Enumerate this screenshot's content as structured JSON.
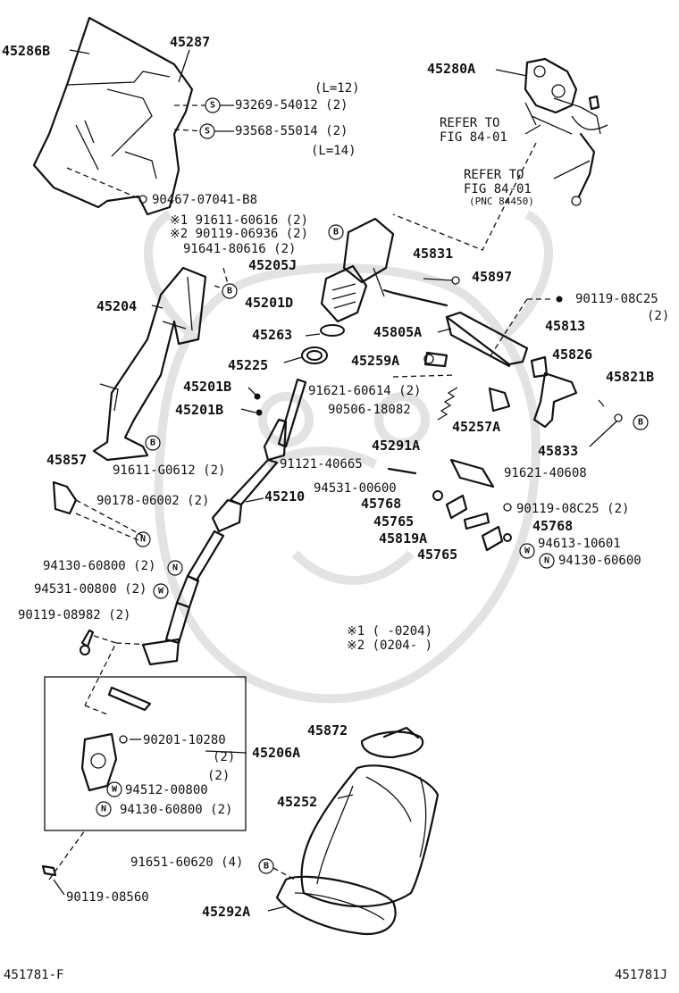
{
  "diagram_id_left": "451781-F",
  "diagram_id_right": "451781J",
  "legend": {
    "note1": "※1 (      -0204)",
    "note2": "※2 (0204-      )"
  },
  "refs": {
    "refer1_line1": "REFER TO",
    "refer1_line2": "FIG 84-01",
    "refer2_line1": "REFER TO",
    "refer2_line2": "FIG 84-01",
    "refer2_line3": "(PNC 84450)"
  },
  "sizes": {
    "l12": "(L=12)",
    "l14": "(L=14)"
  },
  "parts": {
    "p45286B": "45286B",
    "p45287": "45287",
    "p45280A": "45280A",
    "p93269": "93269-54012 (2)",
    "p93568": "93568-55014 (2)",
    "p90467": "90467-07041-B8",
    "p91611_60616": "※1 91611-60616 (2)",
    "p90119_06936": "※2 90119-06936 (2)",
    "p91641": "91641-80616 (2)",
    "p45205J": "45205J",
    "p45831": "45831",
    "p45897": "45897",
    "p90119_08C25_top": "90119-08C25",
    "p90119_08C25_top_qty": "(2)",
    "p45204": "45204",
    "p45201D": "45201D",
    "p45813": "45813",
    "p45805A": "45805A",
    "p45263": "45263",
    "p45826": "45826",
    "p45225": "45225",
    "p45259A": "45259A",
    "p45821B": "45821B",
    "p45201B_1": "45201B",
    "p91621_60614": "91621-60614 (2)",
    "p90506": "90506-18082",
    "p45201B_2": "45201B",
    "p45257A": "45257A",
    "p45833": "45833",
    "p45291A": "45291A",
    "p45857": "45857",
    "p91611_G0612": "91611-G0612 (2)",
    "p91121": "91121-40665",
    "p91621_40608": "91621-40608",
    "p94531_00600": "94531-00600",
    "p90178": "90178-06002 (2)",
    "p45210": "45210",
    "p45768_1": "45768",
    "p90119_08C25_mid": "90119-08C25 (2)",
    "p45765_1": "45765",
    "p45768_2": "45768",
    "p45819A": "45819A",
    "p94613": "94613-10601",
    "p45765_2": "45765",
    "p94130_60600": "94130-60600",
    "p94130_60800_a": "94130-60800 (2)",
    "p94531_00800": "94531-00800 (2)",
    "p90119_08982": "90119-08982 (2)",
    "p45872": "45872",
    "p90201": "90201-10280",
    "p90201_qty": "(2)",
    "p45206A": "45206A",
    "p94512_qty": "(2)",
    "p94512": "94512-00800",
    "p94130_60800_b": "94130-60800 (2)",
    "p45252": "45252",
    "p91651": "91651-60620 (4)",
    "p90119_08560": "90119-08560",
    "p45292A": "45292A"
  },
  "badges": {
    "S": "S",
    "B": "B",
    "N": "N",
    "W": "W"
  },
  "icons": [
    "steering-column-cover-icon",
    "ignition-switch-icon",
    "steering-shaft-icon",
    "column-bracket-icon",
    "tilt-lever-icon",
    "universal-joint-icon",
    "boot-cover-icon",
    "bolt-icon",
    "washer-icon",
    "nut-icon",
    "spring-icon",
    "watermark-emblem-icon"
  ]
}
